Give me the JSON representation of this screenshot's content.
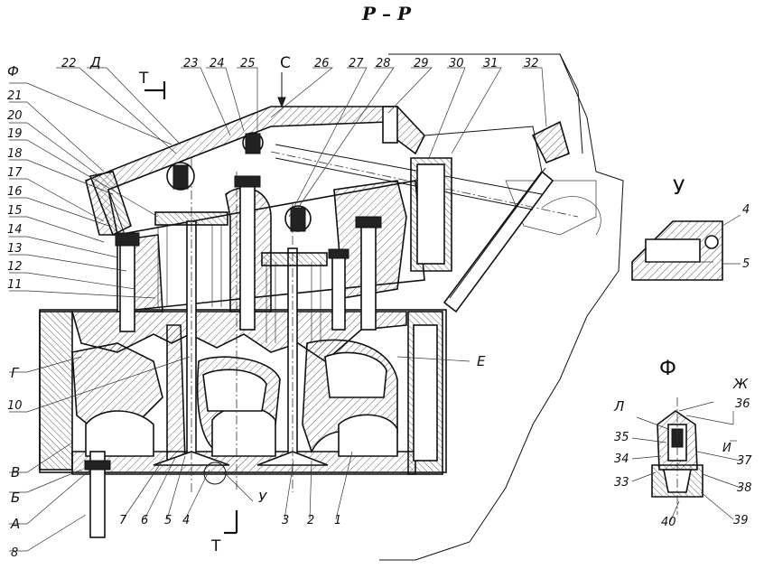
{
  "title": "Р – Р",
  "views": {
    "detail_u": "У",
    "detail_f": "Ф"
  },
  "letter_labels": {
    "f": "Ф",
    "d": "Д",
    "t_top": "Т",
    "t_bottom": "Т",
    "s": "С",
    "g": "Г",
    "v": "В",
    "b": "Б",
    "a": "А",
    "e": "Е",
    "u": "У",
    "zh": "Ж",
    "l": "Л",
    "i": "И"
  },
  "numbers": {
    "n1": "1",
    "n2": "2",
    "n3": "3",
    "n4": "4",
    "n5": "5",
    "n6": "6",
    "n7": "7",
    "n8": "8",
    "n10": "10",
    "n11": "11",
    "n12": "12",
    "n13": "13",
    "n14": "14",
    "n15": "15",
    "n16": "16",
    "n17": "17",
    "n18": "18",
    "n19": "19",
    "n20": "20",
    "n21": "21",
    "n22": "22",
    "n23": "23",
    "n24": "24",
    "n25": "25",
    "n26": "26",
    "n27": "27",
    "n28": "28",
    "n29": "29",
    "n30": "30",
    "n31": "31",
    "n32": "32",
    "u4": "4",
    "u5": "5",
    "n33": "33",
    "n34": "34",
    "n35": "35",
    "n36": "36",
    "n37": "37",
    "n38": "38",
    "n39": "39",
    "n40": "40"
  }
}
